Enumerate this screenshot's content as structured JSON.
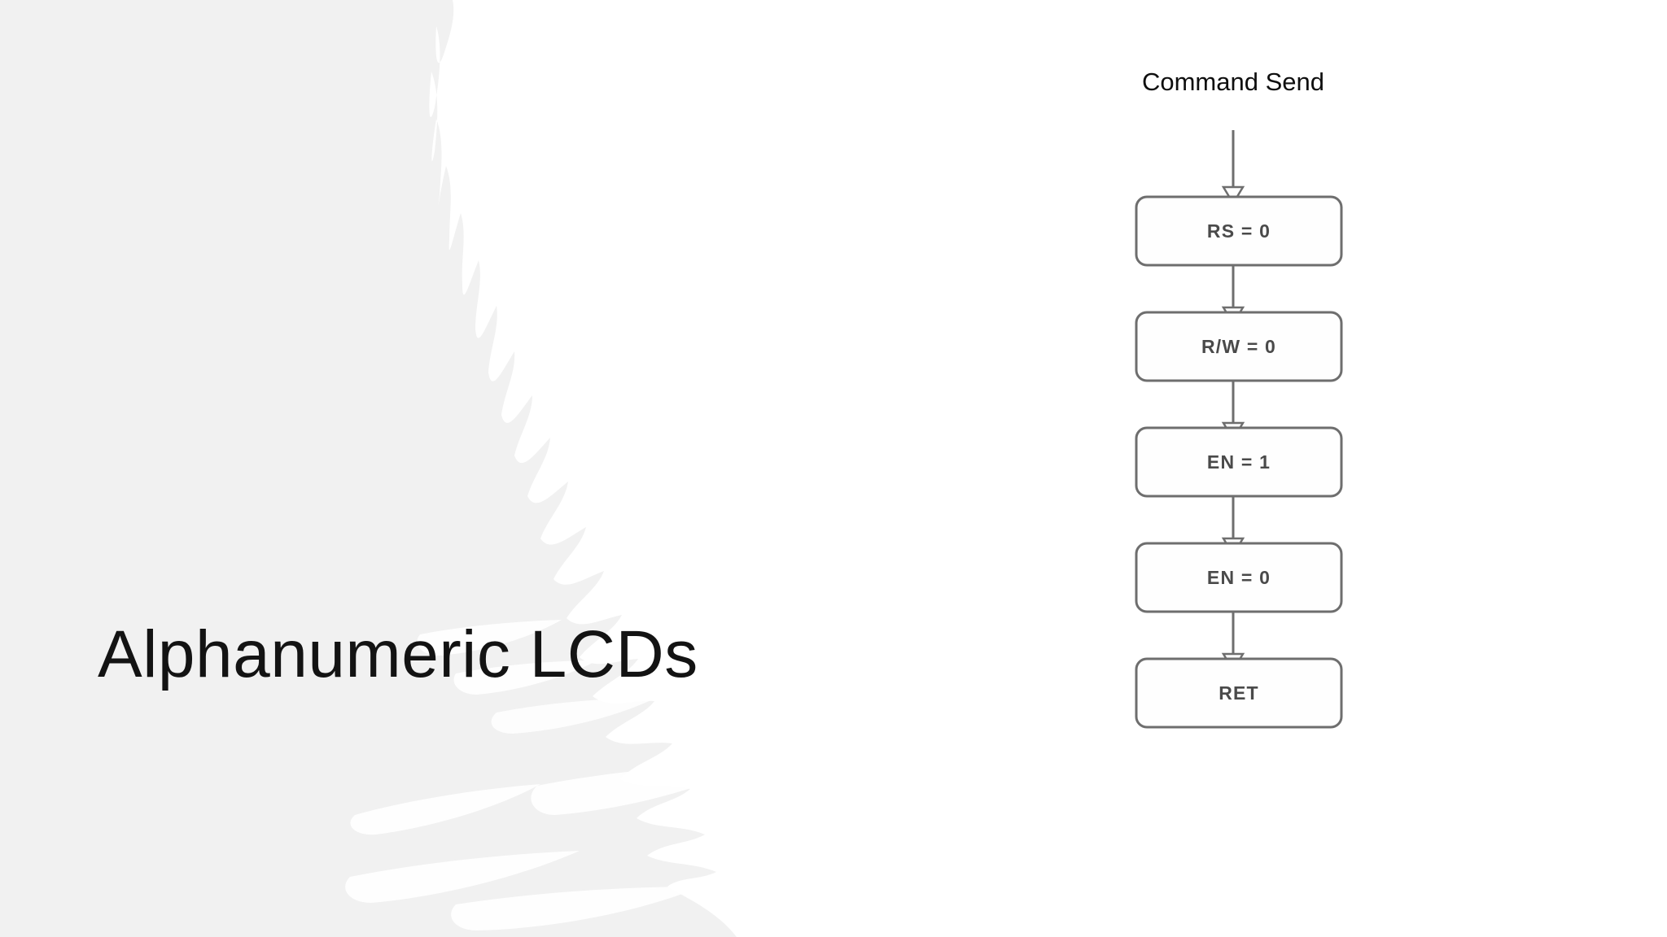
{
  "slide": {
    "title": "Alphanumeric LCDs",
    "background_color": "#ffffff",
    "panel_color": "#f1f1f1",
    "title_color": "#131313"
  },
  "flowchart": {
    "title": "Command Send",
    "title_color": "#0f0f0f",
    "node_border_color": "#6e6e6e",
    "node_fill_color": "#fefefe",
    "node_text_color": "#4a4a4a",
    "connector_color": "#6e6e6e",
    "arrowhead_style": "hollow-triangle",
    "entry_arrow": true,
    "nodes": [
      {
        "id": "rs",
        "label": "RS = 0"
      },
      {
        "id": "rw",
        "label": "R/W = 0"
      },
      {
        "id": "en1",
        "label": "EN = 1"
      },
      {
        "id": "en0",
        "label": "EN = 0"
      },
      {
        "id": "ret",
        "label": "RET"
      }
    ]
  }
}
